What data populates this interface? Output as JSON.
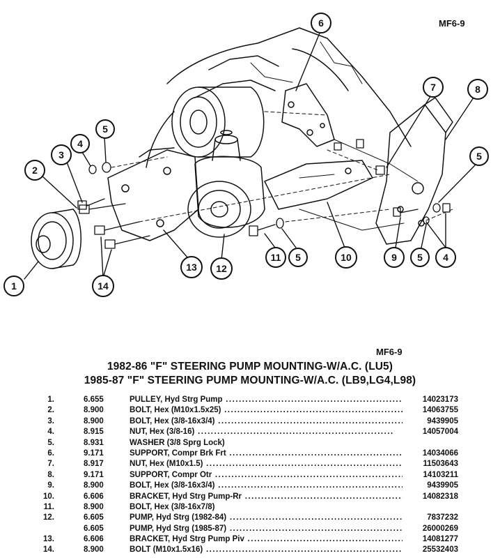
{
  "figure_code": "MF6-9",
  "titles": [
    "1982-86 \"F\" STEERING PUMP MOUNTING-W/A.C. (LU5)",
    "1985-87 \"F\" STEERING PUMP MOUNTING-W/A.C. (LB9,LG4,L98)"
  ],
  "callouts": [
    "1",
    "2",
    "3",
    "4",
    "5",
    "6",
    "7",
    "8",
    "9",
    "10",
    "11",
    "12",
    "13",
    "14"
  ],
  "parts": [
    {
      "num": "1.",
      "code": "6.655",
      "desc": "PULLEY, Hyd Strg Pump",
      "pn": "14023173"
    },
    {
      "num": "2.",
      "code": "8.900",
      "desc": "BOLT, Hex (M10x1.5x25)",
      "pn": "14063755"
    },
    {
      "num": "3.",
      "code": "8.900",
      "desc": "BOLT, Hex (3/8-16x3/4)",
      "pn": "9439905"
    },
    {
      "num": "4.",
      "code": "8.915",
      "desc": "NUT, Hex (3/8-16)",
      "pn": "14057004"
    },
    {
      "num": "5.",
      "code": "8.931",
      "desc": "WASHER (3/8 Sprg Lock)",
      "pn": ""
    },
    {
      "num": "6.",
      "code": "9.171",
      "desc": "SUPPORT, Compr Brk Frt",
      "pn": "14034066"
    },
    {
      "num": "7.",
      "code": "8.917",
      "desc": "NUT, Hex (M10x1.5)",
      "pn": "11503643"
    },
    {
      "num": "8.",
      "code": "9.171",
      "desc": "SUPPORT, Compr Otr",
      "pn": "14103211"
    },
    {
      "num": "9.",
      "code": "8.900",
      "desc": "BOLT, Hex (3/8-16x3/4)",
      "pn": "9439905"
    },
    {
      "num": "10.",
      "code": "6.606",
      "desc": "BRACKET, Hyd Strg Pump-Rr",
      "pn": "14082318"
    },
    {
      "num": "11.",
      "code": "8.900",
      "desc": "BOLT, Hex (3/8-16x7/8)",
      "pn": ""
    },
    {
      "num": "12.",
      "code": "6.605",
      "desc": "PUMP, Hyd Strg (1982-84)",
      "pn": "7837232"
    },
    {
      "num": "",
      "code": "6.605",
      "desc": "PUMP, Hyd Strg (1985-87)",
      "pn": "26000269"
    },
    {
      "num": "13.",
      "code": "6.606",
      "desc": "BRACKET, Hyd Strg Pump Piv",
      "pn": "14081277"
    },
    {
      "num": "14.",
      "code": "8.900",
      "desc": "BOLT (M10x1.5x16)",
      "pn": "25532403"
    }
  ]
}
